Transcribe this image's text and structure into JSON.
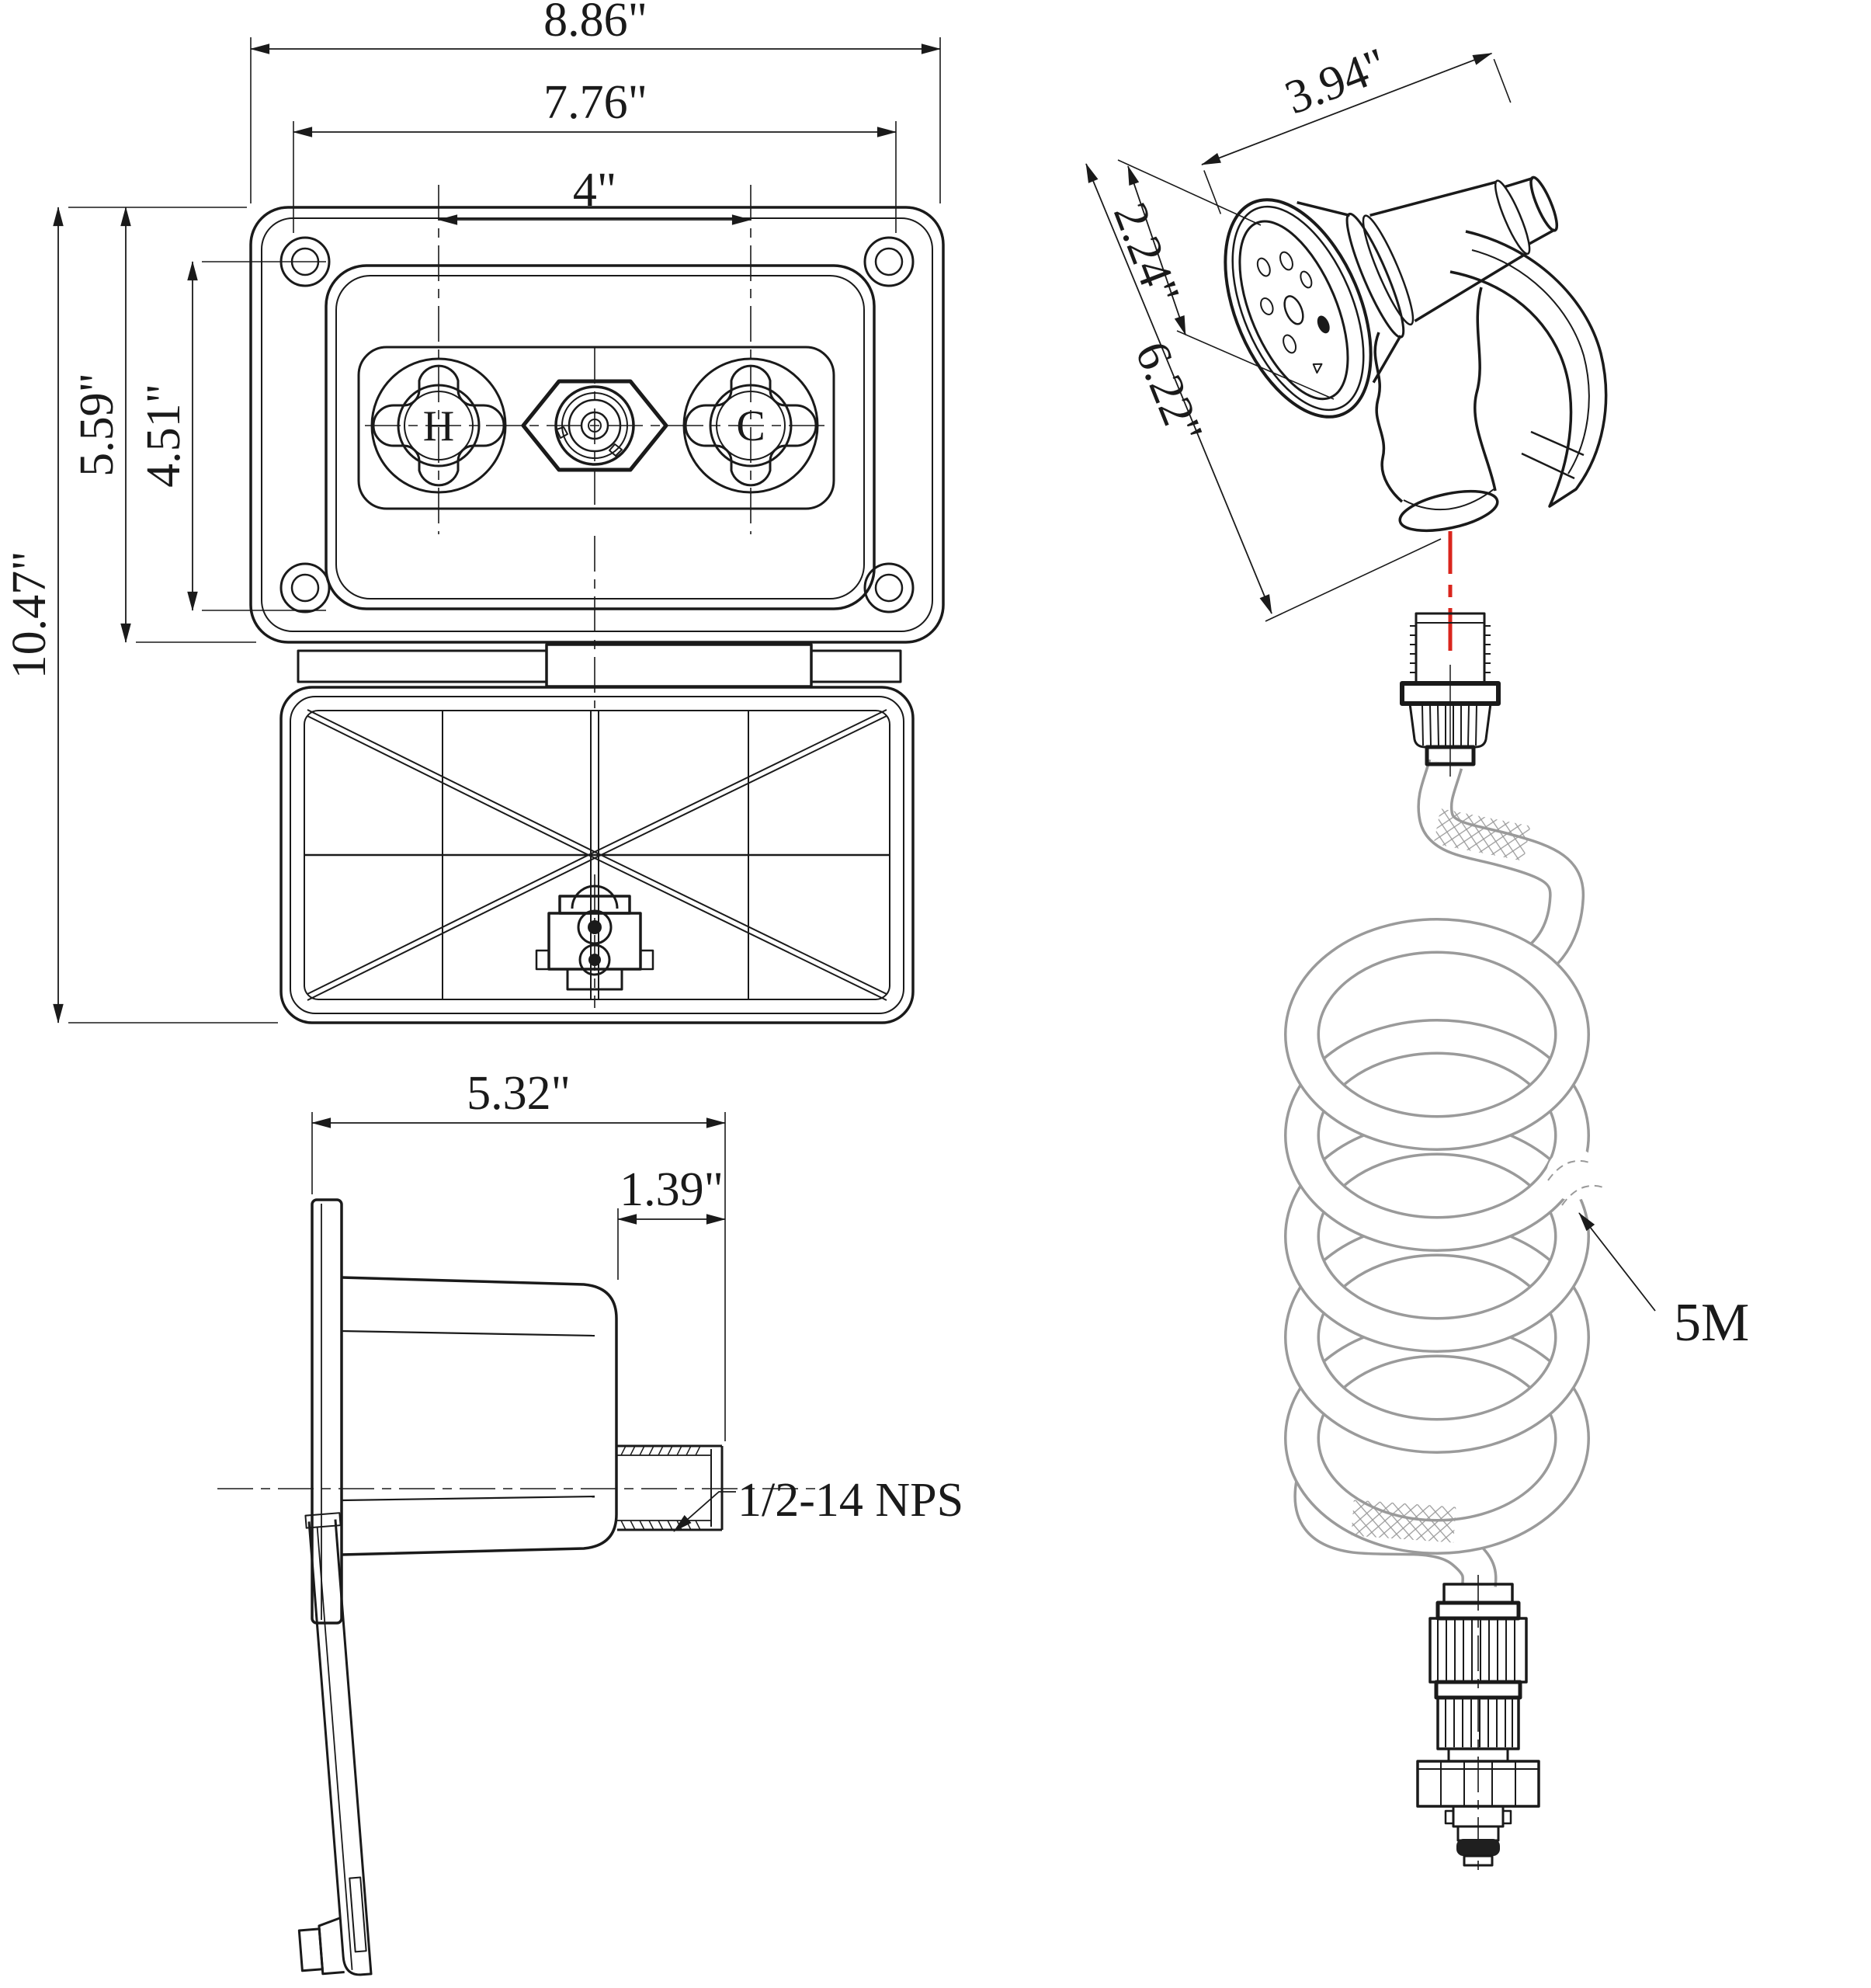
{
  "front_view": {
    "width_total": "8.86\"",
    "width_inner": "7.76\"",
    "knob_spacing": "4\"",
    "height_total": "10.47\"",
    "height_box": "5.59\"",
    "height_panel": "4.51\"",
    "hot_knob": "H",
    "cold_knob": "C"
  },
  "side_view": {
    "depth_total": "5.32\"",
    "nipple_length": "1.39\"",
    "thread_spec": "1/2-14 NPS"
  },
  "sprayer": {
    "length": "3.94\"",
    "head_diameter": "2.24\"",
    "body_length": "6.22\""
  },
  "hose": {
    "length_label": "5M"
  },
  "colors": {
    "line": "#1a1a1a",
    "hose": "#9a9a9a",
    "accent_red": "#da251c",
    "background": "#ffffff"
  }
}
